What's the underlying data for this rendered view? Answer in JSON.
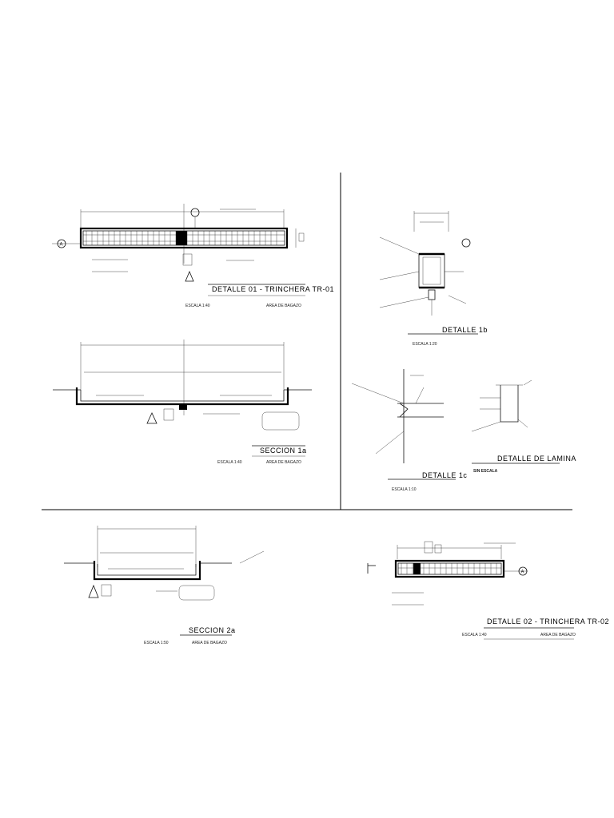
{
  "drawings": {
    "detalle01": {
      "title": "DETALLE 01 - TRINCHERA TR-01",
      "scale": "ESCALA 1:40",
      "area": "AREA DE BAGAZO",
      "bubble": "A"
    },
    "detalle1b": {
      "title": "DETALLE 1b",
      "scale": "ESCALA 1:20"
    },
    "seccion1a": {
      "title": "SECCION 1a",
      "scale": "ESCALA 1:40",
      "area": "AREA DE BAGAZO"
    },
    "detalle1c": {
      "title": "DETALLE 1c",
      "scale": "ESCALA 1:10"
    },
    "detalle_lamina": {
      "title": "DETALLE DE LAMINA",
      "scale": "SIN ESCALA"
    },
    "seccion2a": {
      "title": "SECCION 2a",
      "scale": "ESCALA 1:50",
      "area": "AREA DE BAGAZO"
    },
    "detalle02": {
      "title": "DETALLE 02 - TRINCHERA TR-02",
      "scale": "ESCALA 1:40",
      "area": "AREA DE BAGAZO",
      "bubble": "A"
    }
  },
  "icons": [
    "section-marker-icon",
    "level-triangle-icon",
    "callout-box-icon"
  ]
}
